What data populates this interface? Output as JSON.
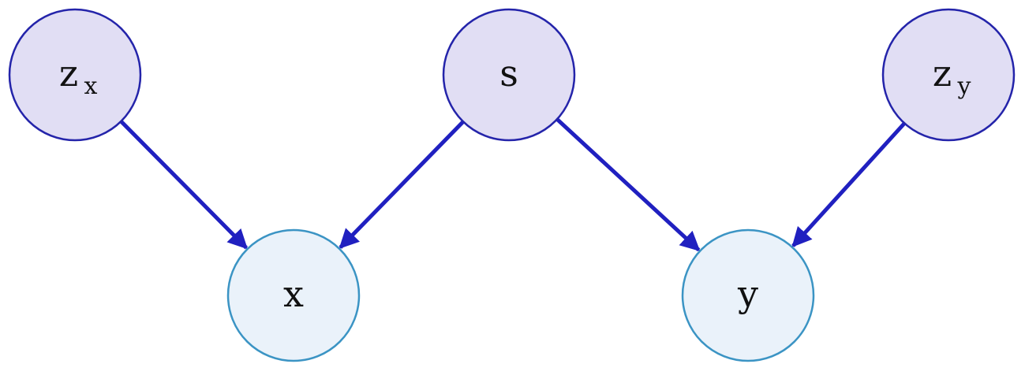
{
  "nodes": [
    {
      "id": "zx",
      "label": "z",
      "sub": "x",
      "kind": "latent"
    },
    {
      "id": "s",
      "label": "s",
      "sub": "",
      "kind": "latent"
    },
    {
      "id": "zy",
      "label": "z",
      "sub": "y",
      "kind": "latent"
    },
    {
      "id": "x",
      "label": "x",
      "sub": "",
      "kind": "observed"
    },
    {
      "id": "y",
      "label": "y",
      "sub": "",
      "kind": "observed"
    }
  ],
  "edges": [
    {
      "from": "zx",
      "to": "x"
    },
    {
      "from": "s",
      "to": "x"
    },
    {
      "from": "s",
      "to": "y"
    },
    {
      "from": "zy",
      "to": "y"
    }
  ],
  "colors": {
    "latent_fill": "#e1def4",
    "latent_stroke": "#2424aa",
    "observed_fill": "#eaf2fa",
    "observed_stroke": "#3b94c4",
    "edge": "#2020c0"
  }
}
